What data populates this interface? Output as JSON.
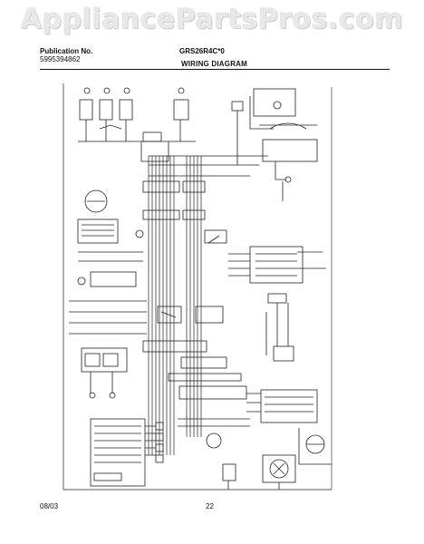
{
  "watermark": "AppliancePartsPros.com",
  "header": {
    "publication_label": "Publication No.",
    "publication_number": "5995394862",
    "model": "GRS26R4C*0",
    "title": "WIRING DIAGRAM"
  },
  "footer": {
    "date": "08/03",
    "page": "22"
  }
}
